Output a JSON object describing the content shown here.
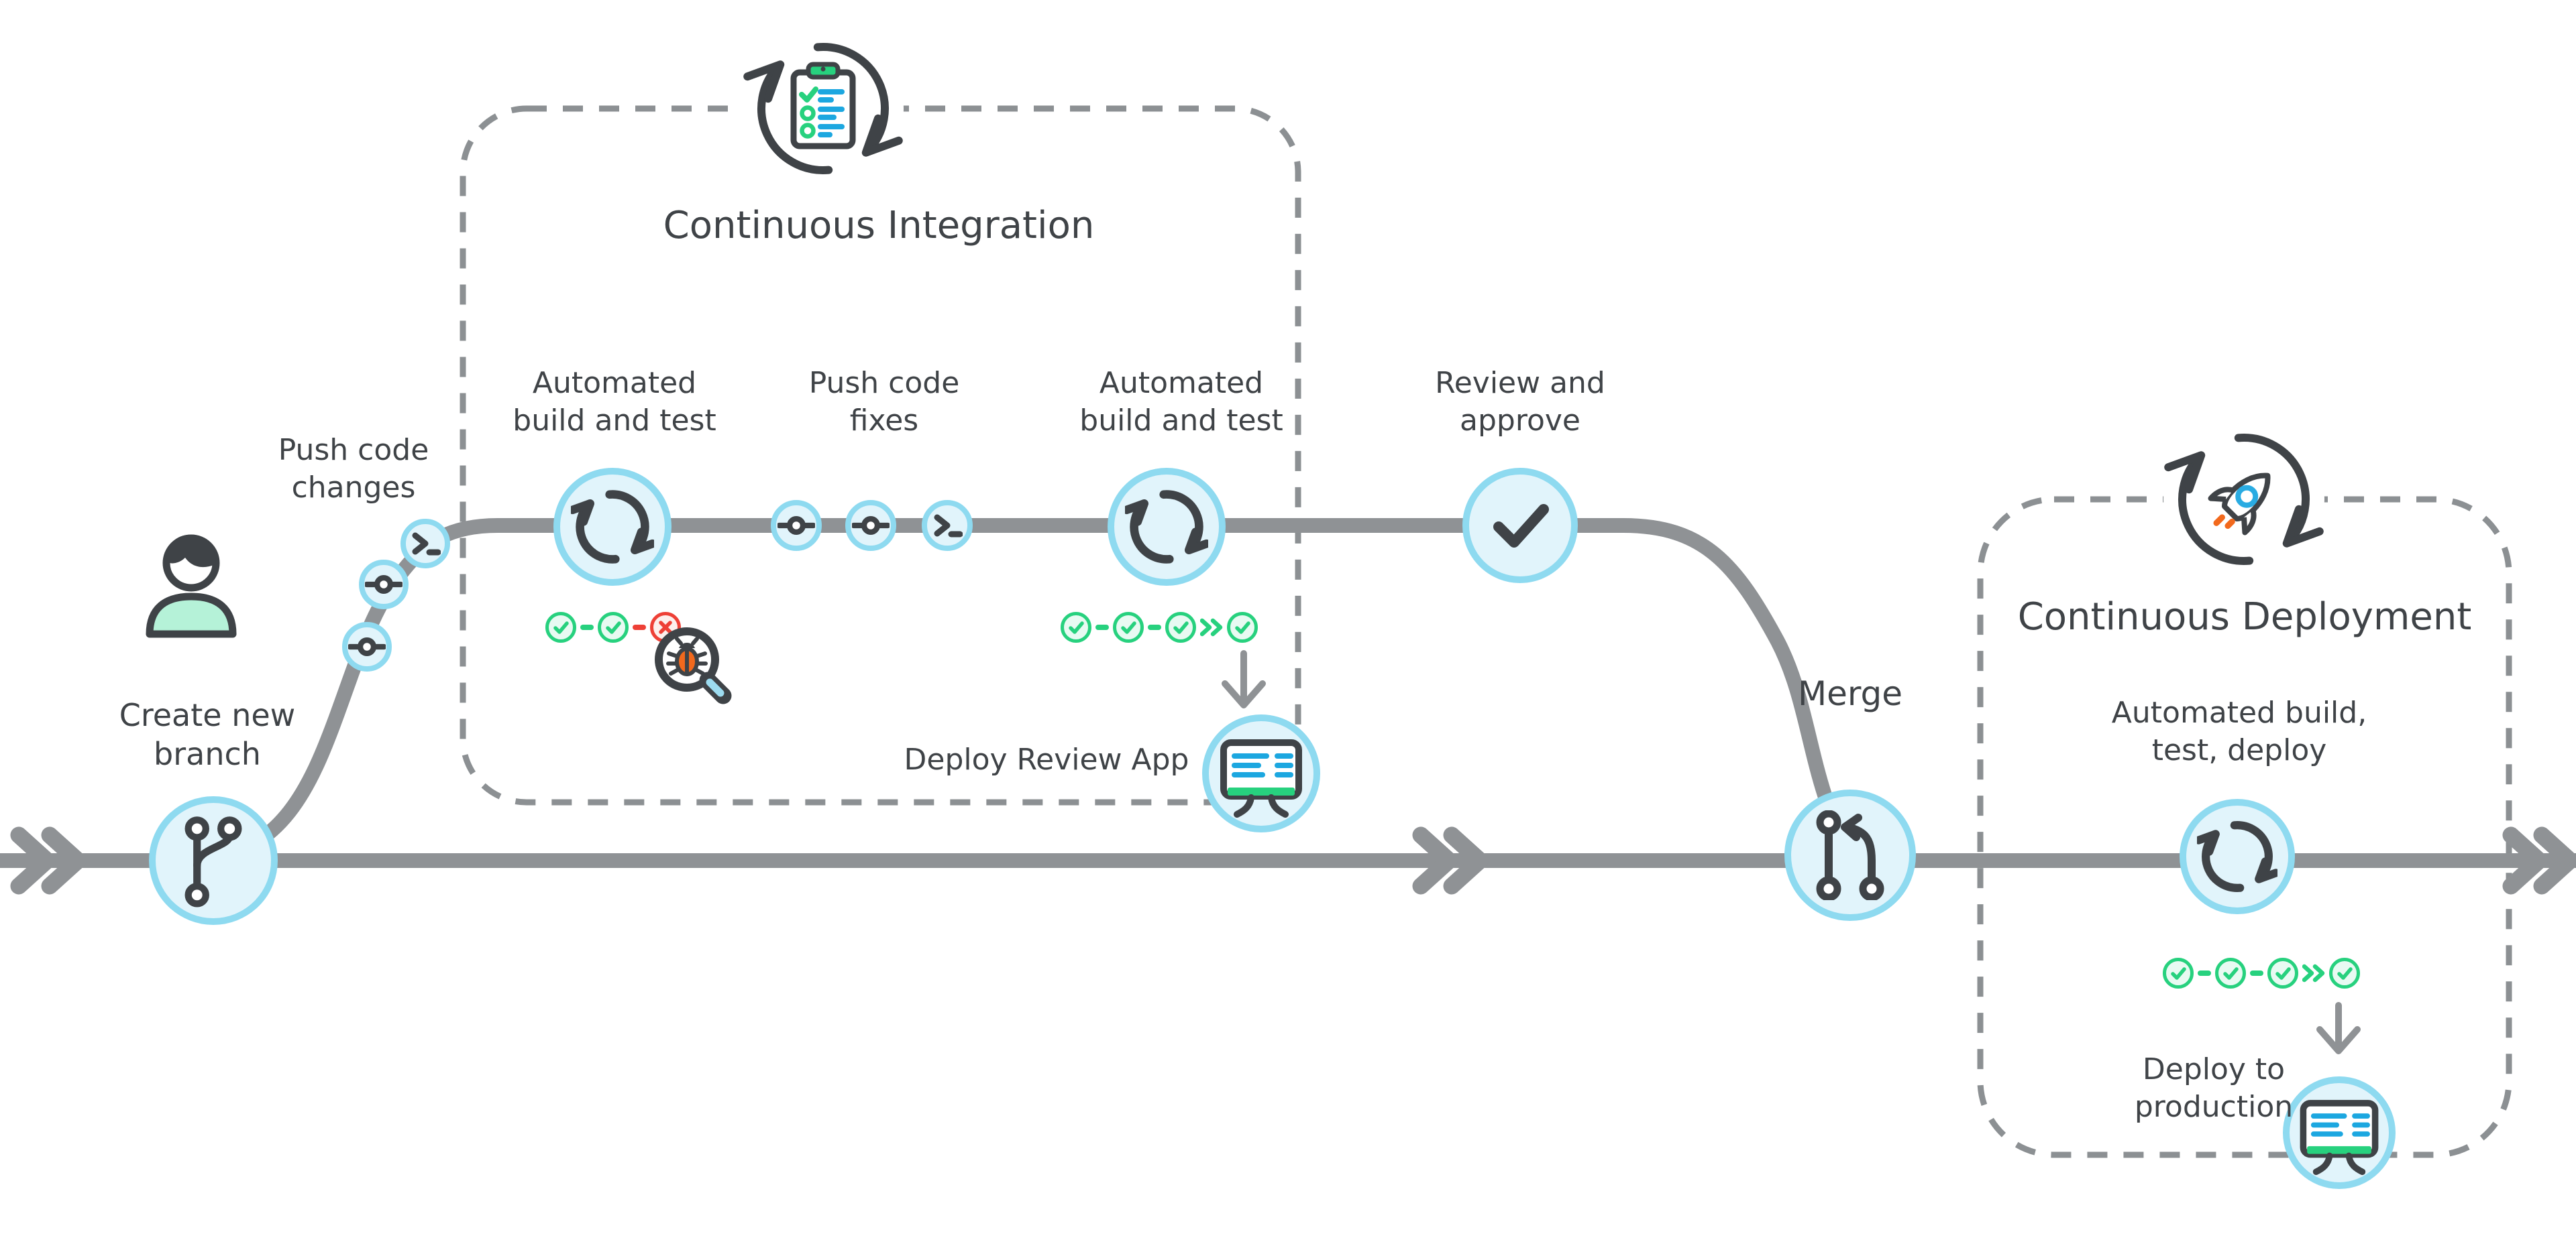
{
  "diagram_title": "CI/CD workflow",
  "colors": {
    "node_fill": "#e1f4fb",
    "node_border": "#8edaf0",
    "line_gray": "#8f9295",
    "dash_gray": "#8c9093",
    "dark": "#3f4347",
    "green": "#27d17e",
    "green_fill": "#e8faf2",
    "red": "#ee4036",
    "red_fill": "#fdefec",
    "blue": "#1ca7e0",
    "orange": "#f2691d",
    "mint": "#b5f2d8"
  },
  "ci": {
    "title": "Continuous Integration",
    "badge_icon": "clipboard-checklist-loop-icon"
  },
  "cd": {
    "title": "Continuous Deployment",
    "badge_icon": "rocket-loop-icon"
  },
  "actor": {
    "icon": "person-icon"
  },
  "nodes": {
    "create_branch": {
      "label": "Create new\nbranch",
      "icon": "git-branch-icon"
    },
    "push_changes": {
      "label": "Push code\nchanges",
      "icons": [
        "git-commit-icon",
        "git-commit-icon",
        "terminal-icon"
      ]
    },
    "auto_build_test_1": {
      "label": "Automated\nbuild and test",
      "icon": "refresh-loop-icon"
    },
    "push_fixes": {
      "label": "Push code\nfixes",
      "icons": [
        "git-commit-icon",
        "git-commit-icon",
        "terminal-icon"
      ]
    },
    "auto_build_test_2": {
      "label": "Automated\nbuild and test",
      "icon": "refresh-loop-icon"
    },
    "review_approve": {
      "label": "Review and\napprove",
      "icon": "checkmark-icon"
    },
    "deploy_review_app": {
      "label": "Deploy Review App",
      "icon": "monitor-icon"
    },
    "merge": {
      "label": "Merge",
      "icon": "git-merge-icon"
    },
    "auto_build_test_deploy": {
      "label": "Automated build,\ntest, deploy",
      "icon": "refresh-loop-icon"
    },
    "deploy_production": {
      "label": "Deploy to\nproduction",
      "icon": "monitor-icon"
    }
  },
  "pipelines": {
    "ci_first_run": {
      "statuses": [
        "success",
        "success",
        "failed"
      ],
      "annotation_icon": "bug-magnifier-icon"
    },
    "ci_second_run": {
      "statuses": [
        "success",
        "success",
        "success",
        "skip-to",
        "success"
      ]
    },
    "cd_run": {
      "statuses": [
        "success",
        "success",
        "success",
        "skip-to",
        "success"
      ]
    }
  }
}
